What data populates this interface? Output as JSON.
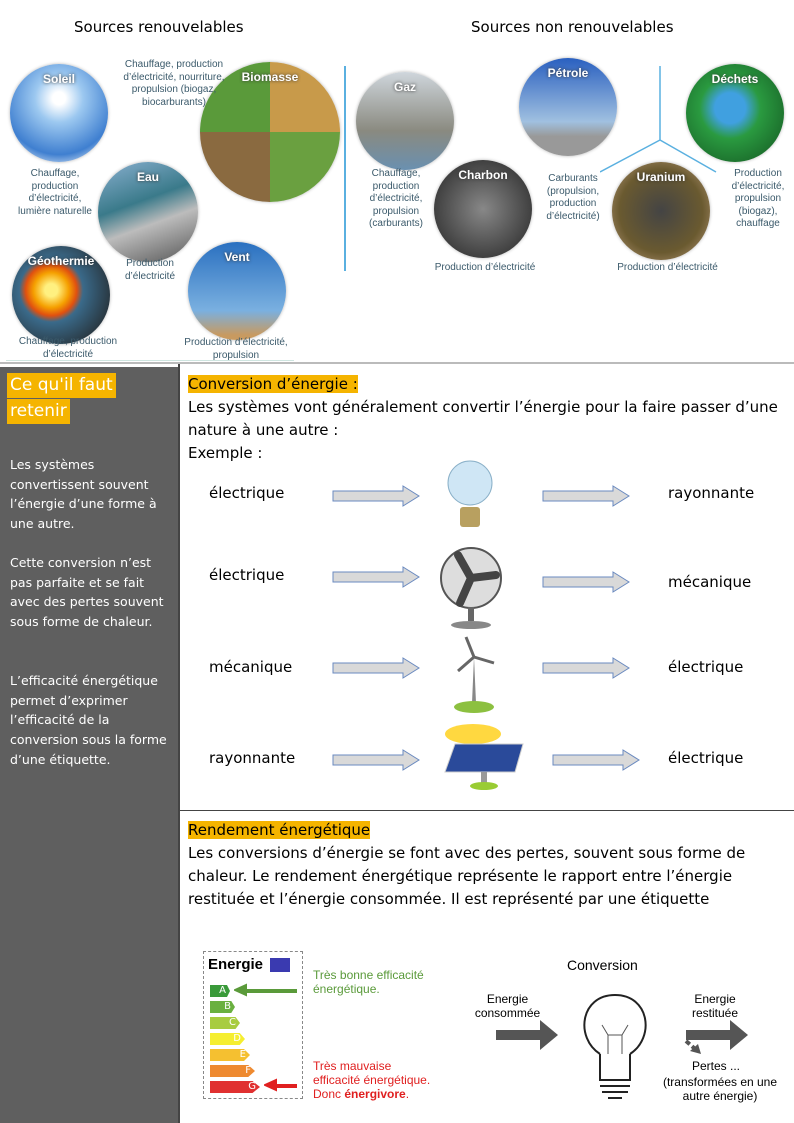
{
  "header": {
    "renewable": "Sources renouvelables",
    "nonrenewable": "Sources non renouvelables"
  },
  "renewables": [
    {
      "name": "Soleil",
      "caption": "Chauffage, production d’électricité, lumière naturelle"
    },
    {
      "name": "Biomasse",
      "caption": "Chauffage, production d’électricité, nourriture, propulsion (biogaz, biocarburants)"
    },
    {
      "name": "Eau",
      "caption": "Production d’électricité"
    },
    {
      "name": "Géothermie",
      "caption": "Chauffage, production d’électricité"
    },
    {
      "name": "Vent",
      "caption": "Production d’électricité, propulsion"
    }
  ],
  "nonrenewables": [
    {
      "name": "Gaz",
      "caption": "Chauffage, production d’électricité, propulsion (carburants)"
    },
    {
      "name": "Charbon",
      "caption": "Production d’électricité"
    },
    {
      "name": "Pétrole",
      "caption": "Carburants (propulsion, production d’électricité)"
    },
    {
      "name": "Uranium",
      "caption": "Production d’électricité"
    },
    {
      "name": "Déchets",
      "caption": "Production d’électricité, propulsion (biogaz), chauffage"
    }
  ],
  "sidebar": {
    "title_line1": "Ce qu'il faut",
    "title_line2": "retenir",
    "p1": "Les systèmes convertissent souvent l’énergie d’une forme à une autre.",
    "p2": "Cette conversion n’est pas parfaite et se fait avec des pertes souvent sous forme de chaleur.",
    "p3": "L’efficacité énergétique permet d’exprimer l’efficacité de la conversion sous la forme d’une étiquette."
  },
  "conversion": {
    "title": "Conversion d’énergie :",
    "text": "Les systèmes vont généralement convertir l’énergie pour la faire passer d’une nature à une autre :",
    "example": "Exemple :",
    "rows": [
      {
        "from": "électrique",
        "device": "lightbulb",
        "to": "rayonnante"
      },
      {
        "from": "électrique",
        "device": "fan",
        "to": "mécanique"
      },
      {
        "from": "mécanique",
        "device": "wind-turbine",
        "to": "électrique"
      },
      {
        "from": "rayonnante",
        "device": "solar-panel",
        "to": "électrique"
      }
    ]
  },
  "rendement": {
    "title": "Rendement énergétique",
    "text": "Les conversions d’énergie se font avec des pertes, souvent sous forme de chaleur. Le rendement énergétique représente le rapport entre l’énergie restituée et l’énergie consommée.  Il est représenté par une étiquette",
    "label_logo": "Energie",
    "classes": [
      "A",
      "B",
      "C",
      "D",
      "E",
      "F",
      "G"
    ],
    "good": "Très bonne efficacité énergétique.",
    "bad": "Très mauvaise efficacité énergétique.",
    "bad2_prefix": "Donc ",
    "bad2_bold": "énergivore",
    "bad2_suffix": ".",
    "diagram": {
      "title": "Conversion",
      "in": "Energie consommée",
      "out": "Energie restituée",
      "loss": "Pertes ...",
      "loss2": "(transformées en une autre énergie)"
    }
  },
  "colors": {
    "highlight": "#f5b400",
    "sidebar": "#5f5f5f",
    "good": "#5a9a3a",
    "bad": "#e02020"
  }
}
